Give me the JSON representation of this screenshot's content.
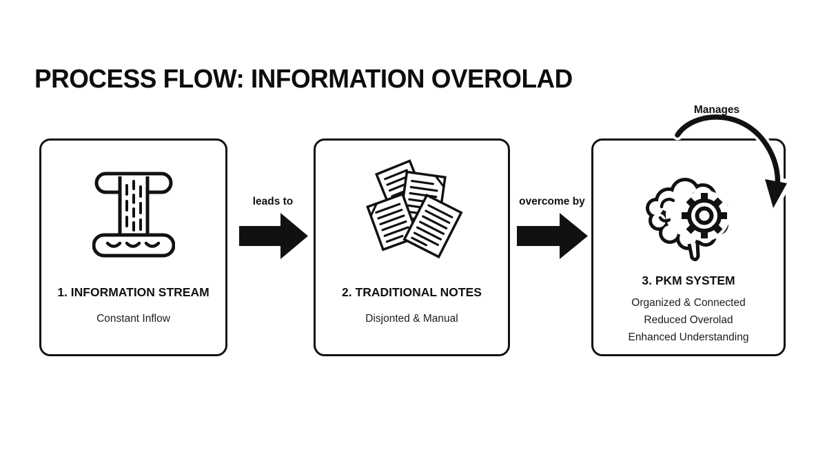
{
  "page": {
    "title": "PROCESS FLOW: INFORMATION OVEROLAD"
  },
  "flow": {
    "steps": [
      {
        "title": "1. INFORMATION STREAM",
        "lines": [
          "Constant Inflow"
        ],
        "icon": "waterfall-icon"
      },
      {
        "title": "2. TRADITIONAL NOTES",
        "lines": [
          "Disjonted & Manual"
        ],
        "icon": "scattered-notes-icon"
      },
      {
        "title": "3. PKM SYSTEM",
        "lines": [
          "Organized & Connected",
          "Reduced Overolad",
          "Enhanced Understanding"
        ],
        "icon": "brain-gear-icon"
      }
    ],
    "connectors": [
      {
        "label": "leads to",
        "type": "arrow-right"
      },
      {
        "label": "overcome by",
        "type": "arrow-right"
      },
      {
        "label": "Manages",
        "type": "loop-arrow"
      }
    ]
  },
  "colors": {
    "ink": "#111111",
    "background": "#ffffff"
  }
}
